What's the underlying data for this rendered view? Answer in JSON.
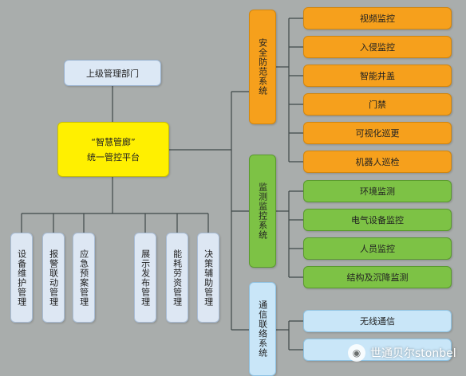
{
  "top_department": "上级管理部门",
  "platform": {
    "line1": "“智慧管廊”",
    "line2": "统一管控平台"
  },
  "left_modules": [
    "设备维护管理",
    "报警联动管理",
    "应急预案管理",
    "展示发布管理",
    "能耗劳资管理",
    "决策辅助管理"
  ],
  "categories": [
    {
      "label": "安全防范系统",
      "color": "#f6a01c",
      "items": [
        "视频监控",
        "入侵监控",
        "智能井盖",
        "门禁",
        "可视化巡更",
        "机器人巡检"
      ]
    },
    {
      "label": "监测监控系统",
      "color": "#7dc245",
      "items": [
        "环境监测",
        "电气设备监控",
        "人员监控",
        "结构及沉降监测"
      ]
    },
    {
      "label": "通信联络系统",
      "color": "#c9e6f8",
      "items": [
        "无线通信",
        ""
      ]
    }
  ],
  "watermark": {
    "icon": "wechat-icon",
    "text": "世通贝尔stonbel"
  },
  "connector_color": "#3f4848"
}
